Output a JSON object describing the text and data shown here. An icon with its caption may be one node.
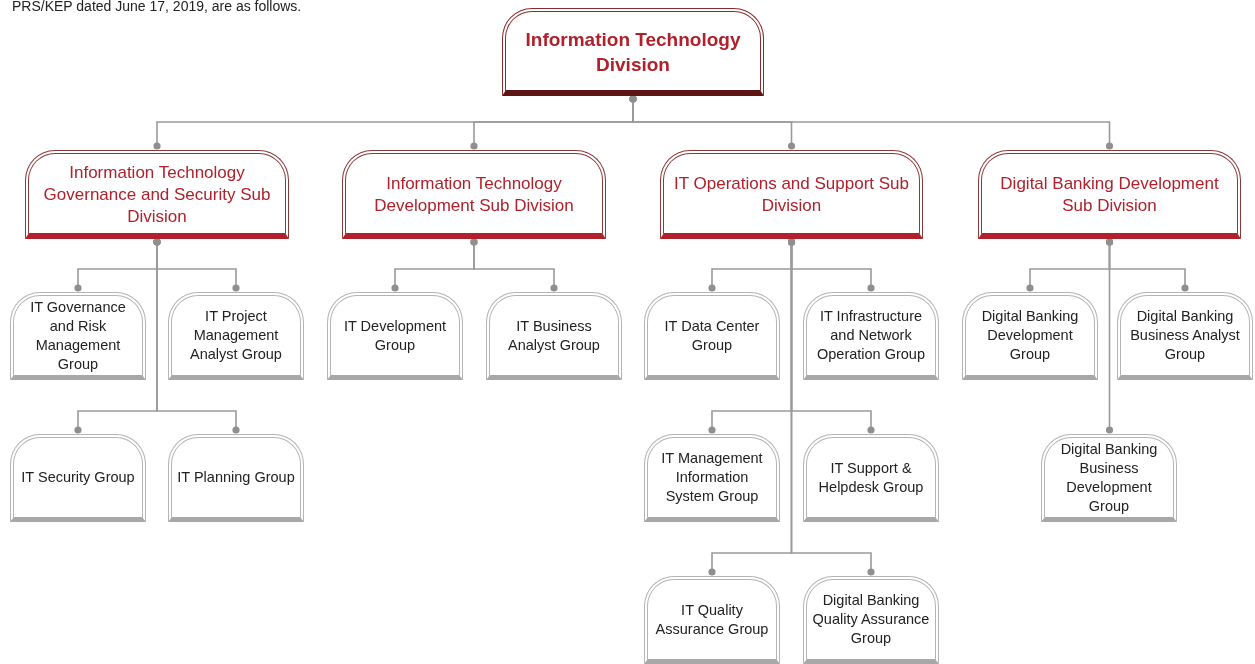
{
  "diagram": {
    "nodes": [
      {
        "text": [
          "Information Technology Division"
        ]
      },
      {
        "text": [
          "Information Technology Governance and Security Sub Division"
        ]
      },
      {
        "text": [
          "Information Technology Development Sub Division"
        ]
      },
      {
        "text": [
          "IT Operations and Support Sub Division"
        ]
      },
      {
        "text": [
          "Digital Banking Development Sub Division"
        ]
      },
      {
        "text": [
          "IT Governance and Risk Management Group"
        ]
      },
      {
        "text": [
          "IT Project Management Analyst Group"
        ]
      },
      {
        "text": [
          "IT Security Group"
        ]
      },
      {
        "text": [
          "IT Planning Group"
        ]
      },
      {
        "text": [
          "IT Development Group"
        ]
      },
      {
        "text": [
          "IT Business Analyst Group"
        ]
      },
      {
        "text": [
          "IT Data Center Group"
        ]
      },
      {
        "text": [
          "IT Infrastructure and Network Operation Group"
        ]
      },
      {
        "text": [
          "IT Management Information System Group"
        ]
      },
      {
        "text": [
          "IT Support & Helpdesk Group"
        ]
      },
      {
        "text": [
          "IT Quality Assurance Group"
        ]
      },
      {
        "text": [
          "Digital Banking Quality Assurance Group"
        ]
      },
      {
        "text": [
          "Digital Banking Development Group"
        ]
      },
      {
        "text": [
          "Digital Banking Business Analyst Group"
        ]
      },
      {
        "text": [
          "Digital Banking Business Development Group"
        ]
      }
    ],
    "edges": [
      {
        "from": 0,
        "to": 1,
        "arrow": "other"
      },
      {
        "from": 0,
        "to": 2,
        "arrow": "other"
      },
      {
        "from": 0,
        "to": 3,
        "arrow": "other"
      },
      {
        "from": 0,
        "to": 4,
        "arrow": "other"
      },
      {
        "from": 1,
        "to": 5,
        "arrow": "other"
      },
      {
        "from": 1,
        "to": 6,
        "arrow": "other"
      },
      {
        "from": 1,
        "to": 7,
        "arrow": "other"
      },
      {
        "from": 1,
        "to": 8,
        "arrow": "other"
      },
      {
        "from": 2,
        "to": 9,
        "arrow": "other"
      },
      {
        "from": 2,
        "to": 10,
        "arrow": "other"
      },
      {
        "from": 3,
        "to": 11,
        "arrow": "other"
      },
      {
        "from": 3,
        "to": 12,
        "arrow": "other"
      },
      {
        "from": 3,
        "to": 13,
        "arrow": "other"
      },
      {
        "from": 3,
        "to": 14,
        "arrow": "other"
      },
      {
        "from": 3,
        "to": 15,
        "arrow": "other"
      },
      {
        "from": 3,
        "to": 16,
        "arrow": "other"
      },
      {
        "from": 4,
        "to": 17,
        "arrow": "other"
      },
      {
        "from": 4,
        "to": 18,
        "arrow": "other"
      },
      {
        "from": 4,
        "to": 19,
        "arrow": "other"
      }
    ],
    "labels": [
      "PRS/KEP dated June 17, 2019, are as follows."
    ]
  }
}
